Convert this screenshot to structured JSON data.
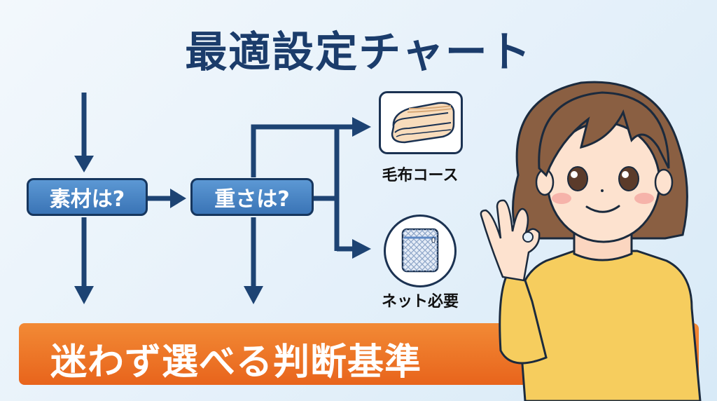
{
  "title": "最適設定チャート",
  "flow": {
    "nodes": [
      {
        "id": "material",
        "label": "素材は?"
      },
      {
        "id": "weight",
        "label": "重さは?"
      }
    ],
    "outcomes": [
      {
        "id": "blanket",
        "label": "毛布コース",
        "icon": "folded-blanket-icon"
      },
      {
        "id": "net",
        "label": "ネット必要",
        "icon": "laundry-net-icon"
      }
    ]
  },
  "banner": {
    "text": "迷わず選べる判断基準"
  },
  "character": {
    "description": "woman-ok-gesture"
  },
  "colors": {
    "title": "#1b3c6b",
    "arrow": "#1d4373",
    "box": "#3a74b6",
    "banner": "#ec6e22",
    "sweater": "#f6cd5e",
    "hair": "#8a5f42"
  }
}
